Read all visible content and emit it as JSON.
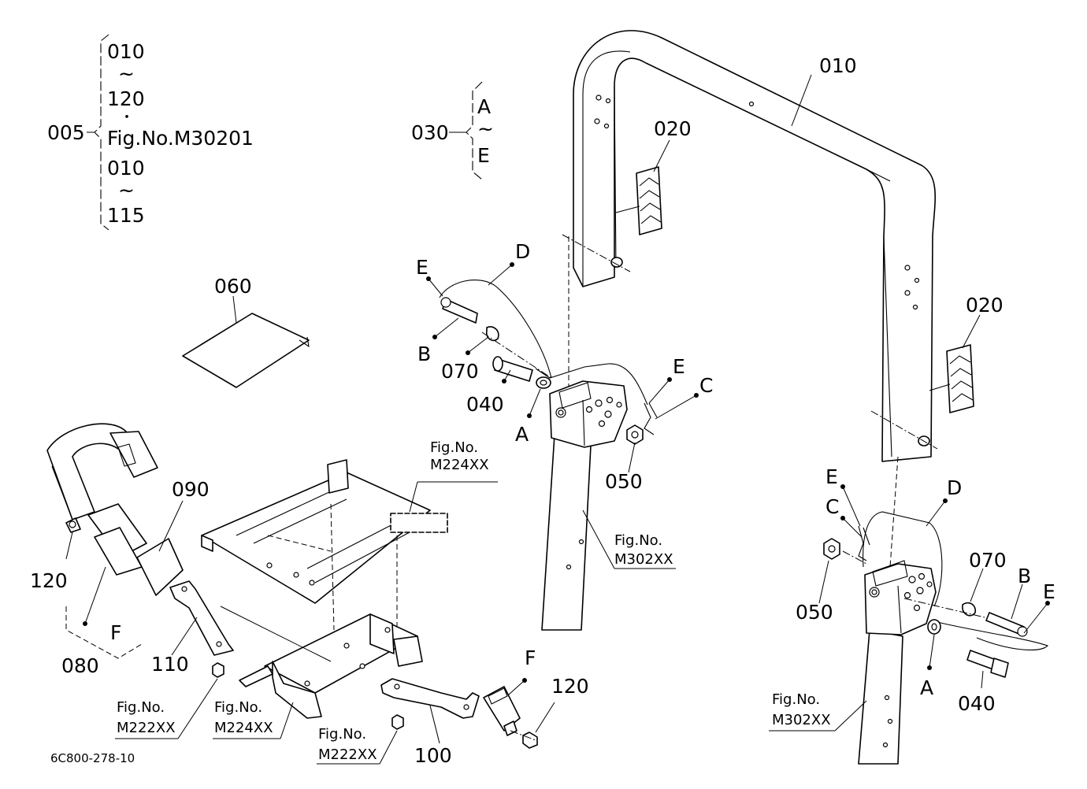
{
  "group": {
    "number": "005",
    "range_a_start": "010",
    "range_a_end": "120",
    "separator": "・",
    "figure_ref": "Fig.No.M30201",
    "range_b_start": "010",
    "range_b_end": "115",
    "tilde": "~"
  },
  "group030": {
    "number": "030",
    "first": "A",
    "tilde": "~",
    "last": "E"
  },
  "parts": {
    "p010": "010",
    "p020_upper": "020",
    "p020_lower": "020",
    "p040_left": "040",
    "p040_right": "040",
    "p050_left": "050",
    "p050_right": "050",
    "p060": "060",
    "p070_left": "070",
    "p070_right": "070",
    "p080": "080",
    "p090": "090",
    "p100": "100",
    "p110": "110",
    "p120_left": "120",
    "p120_right": "120"
  },
  "letters": {
    "A_left": "A",
    "B_left": "B",
    "C_left": "C",
    "D_left": "D",
    "E_left_top": "E",
    "E_left_mid": "E",
    "A_right": "A",
    "B_right": "B",
    "C_right": "C",
    "D_right": "D",
    "E_right_top": "E",
    "E_right_bottom": "E",
    "F_belt": "F",
    "F_bracket": "F"
  },
  "figure_refs": {
    "m224_top_line1": "Fig.No.",
    "m224_top_line2": "M224XX",
    "m302_left_line1": "Fig.No.",
    "m302_left_line2": "M302XX",
    "m302_right_line1": "Fig.No.",
    "m302_right_line2": "M302XX",
    "m222_left_line1": "Fig.No.",
    "m222_left_line2": "M222XX",
    "m224_bottom_line1": "Fig.No.",
    "m224_bottom_line2": "M224XX",
    "m222_bottom_line1": "Fig.No.",
    "m222_bottom_line2": "M222XX"
  },
  "drawing_code": "6C800-278-10"
}
